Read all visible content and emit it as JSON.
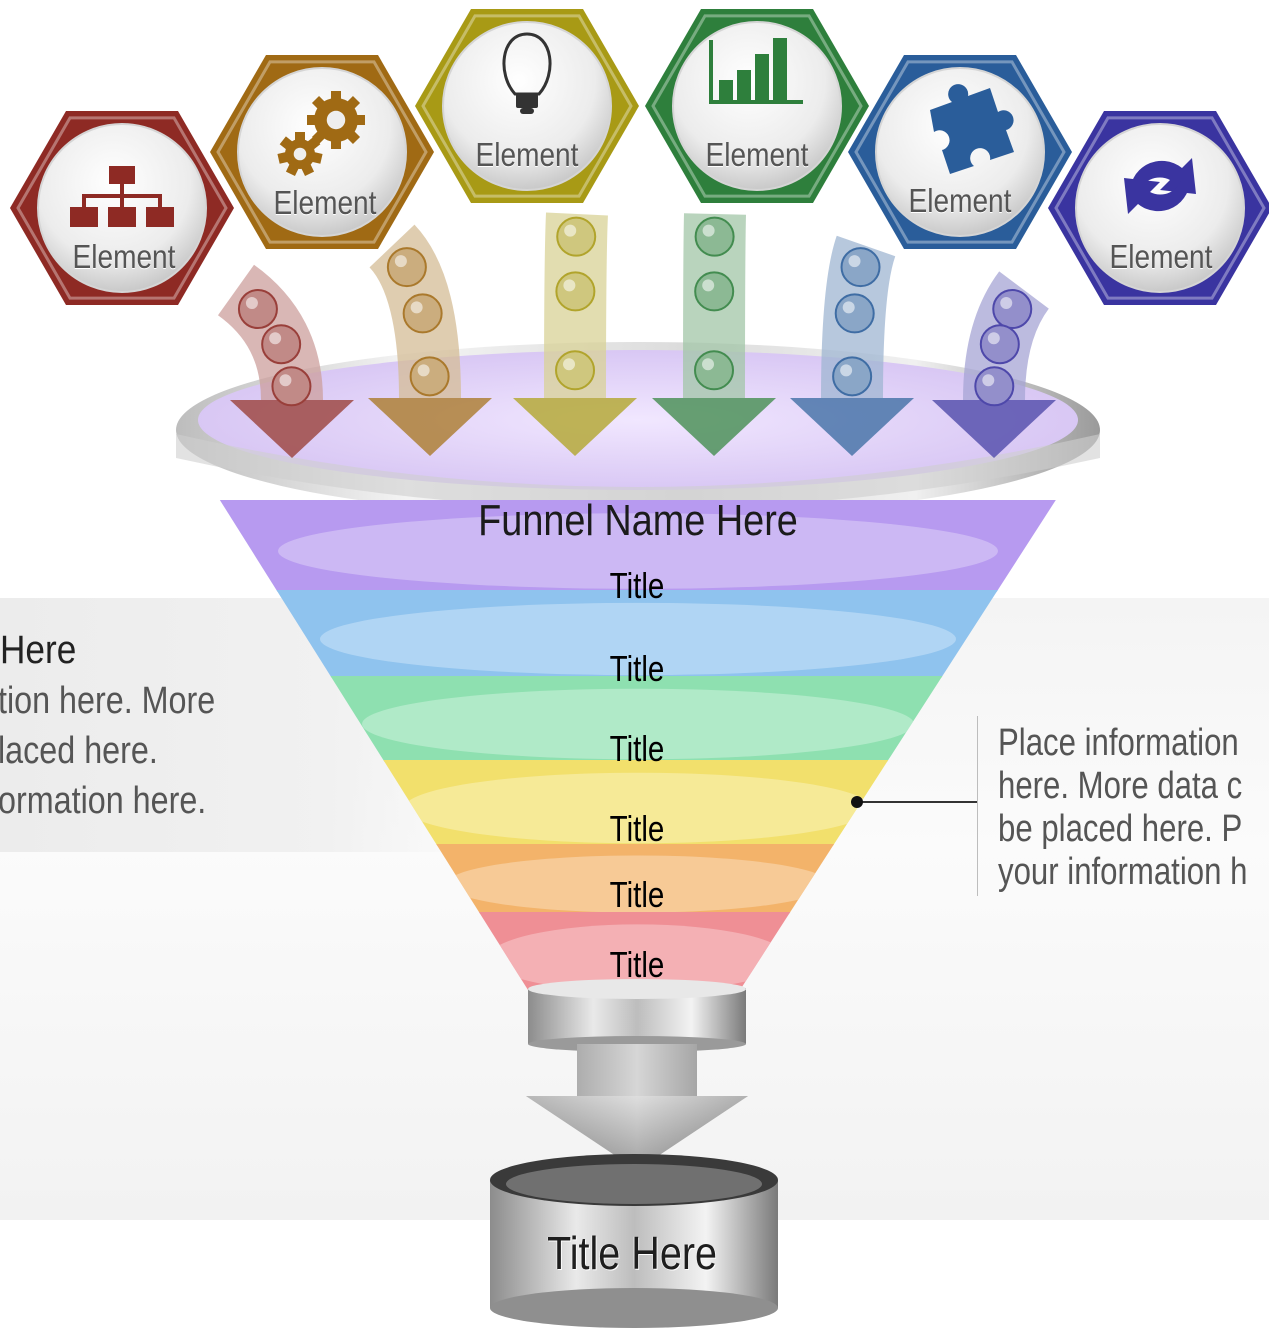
{
  "funnel": {
    "name": "Funnel Name Here",
    "output_title": "Title Here"
  },
  "elements": [
    {
      "label": "Element",
      "icon": "org-chart-icon",
      "color": "#8e2a24"
    },
    {
      "label": "Element",
      "icon": "gears-icon",
      "color": "#a06a14"
    },
    {
      "label": "Element",
      "icon": "lightbulb-icon",
      "color": "#a89a15"
    },
    {
      "label": "Element",
      "icon": "bar-chart-icon",
      "color": "#2e7f3c"
    },
    {
      "label": "Element",
      "icon": "puzzle-piece-icon",
      "color": "#2a5d9a"
    },
    {
      "label": "Element",
      "icon": "refresh-arrows-icon",
      "color": "#3a34a0"
    }
  ],
  "bands": [
    {
      "title": "Title",
      "color": "#b79af0",
      "text_color": "#5a2fb0"
    },
    {
      "title": "Title",
      "color": "#8fc3ee",
      "text_color": "#1f5ea0"
    },
    {
      "title": "Title",
      "color": "#8ee0b0",
      "text_color": "#1d7a43"
    },
    {
      "title": "Title",
      "color": "#f2e06c",
      "text_color": "#8a7410"
    },
    {
      "title": "Title",
      "color": "#f3b36a",
      "text_color": "#8a4a10"
    },
    {
      "title": "Title",
      "color": "#ef8f95",
      "text_color": "#a51a25"
    }
  ],
  "left_callout": {
    "title": "Here",
    "lines": [
      "tion here. More",
      "laced here.",
      "ormation here."
    ]
  },
  "right_callout": {
    "lines": [
      "Place information",
      "here. More data c",
      "be placed here. P",
      "your information h"
    ]
  }
}
